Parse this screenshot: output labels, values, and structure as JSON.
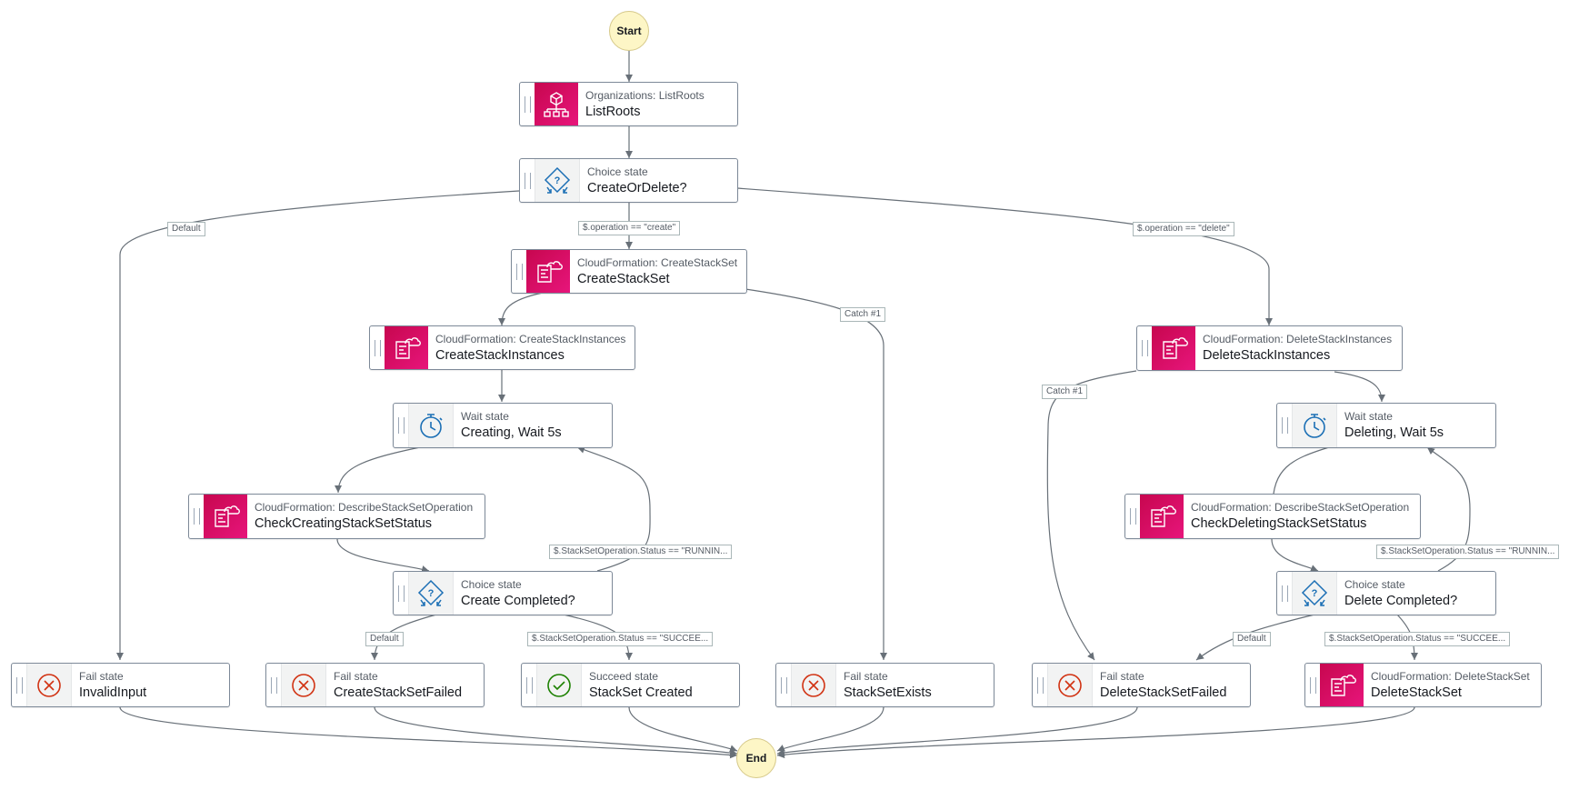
{
  "start_label": "Start",
  "end_label": "End",
  "nodes": {
    "listroots": {
      "type": "Organizations: ListRoots",
      "name": "ListRoots",
      "icon": "organizations-icon"
    },
    "createordelete": {
      "type": "Choice state",
      "name": "CreateOrDelete?",
      "icon": "choice-icon"
    },
    "createstackset": {
      "type": "CloudFormation: CreateStackSet",
      "name": "CreateStackSet",
      "icon": "cloudformation-icon"
    },
    "createstackinstances": {
      "type": "CloudFormation: CreateStackInstances",
      "name": "CreateStackInstances",
      "icon": "cloudformation-icon"
    },
    "creatingwait": {
      "type": "Wait state",
      "name": "Creating, Wait 5s",
      "icon": "stopwatch-icon"
    },
    "checkcreating": {
      "type": "CloudFormation: DescribeStackSetOperation",
      "name": "CheckCreatingStackSetStatus",
      "icon": "cloudformation-icon"
    },
    "createcompleted": {
      "type": "Choice state",
      "name": "Create Completed?",
      "icon": "choice-icon"
    },
    "invalidinput": {
      "type": "Fail state",
      "name": "InvalidInput",
      "icon": "fail-icon"
    },
    "createstacksetfailed": {
      "type": "Fail state",
      "name": "CreateStackSetFailed",
      "icon": "fail-icon"
    },
    "stacksetcreated": {
      "type": "Succeed state",
      "name": "StackSet Created",
      "icon": "succeed-icon"
    },
    "stacksetexists": {
      "type": "Fail state",
      "name": "StackSetExists",
      "icon": "fail-icon"
    },
    "deletestackinstances": {
      "type": "CloudFormation: DeleteStackInstances",
      "name": "DeleteStackInstances",
      "icon": "cloudformation-icon"
    },
    "deletingwait": {
      "type": "Wait state",
      "name": "Deleting, Wait 5s",
      "icon": "stopwatch-icon"
    },
    "checkdeleting": {
      "type": "CloudFormation: DescribeStackSetOperation",
      "name": "CheckDeletingStackSetStatus",
      "icon": "cloudformation-icon"
    },
    "deletecompleted": {
      "type": "Choice state",
      "name": "Delete Completed?",
      "icon": "choice-icon"
    },
    "deletestacksetfailed": {
      "type": "Fail state",
      "name": "DeleteStackSetFailed",
      "icon": "fail-icon"
    },
    "deletestackset": {
      "type": "CloudFormation: DeleteStackSet",
      "name": "DeleteStackSet",
      "icon": "cloudformation-icon"
    }
  },
  "edge_labels": {
    "default_1": "Default",
    "op_create": "$.operation == \"create\"",
    "op_delete": "$.operation == \"delete\"",
    "catch_1a": "Catch #1",
    "catch_1b": "Catch #1",
    "running_1": "$.StackSetOperation.Status == \"RUNNIN...",
    "running_2": "$.StackSetOperation.Status == \"RUNNIN...",
    "default_2": "Default",
    "default_3": "Default",
    "succeeded_1": "$.StackSetOperation.Status == \"SUCCEE...",
    "succeeded_2": "$.StackSetOperation.Status == \"SUCCEE..."
  },
  "colors": {
    "task_icon_bg": "#e7157b",
    "choice_blue": "#1b6fb5",
    "fail_red": "#d13212",
    "succeed_green": "#1d8102",
    "terminal_fill": "#fdf6c6",
    "edge": "#687078"
  }
}
